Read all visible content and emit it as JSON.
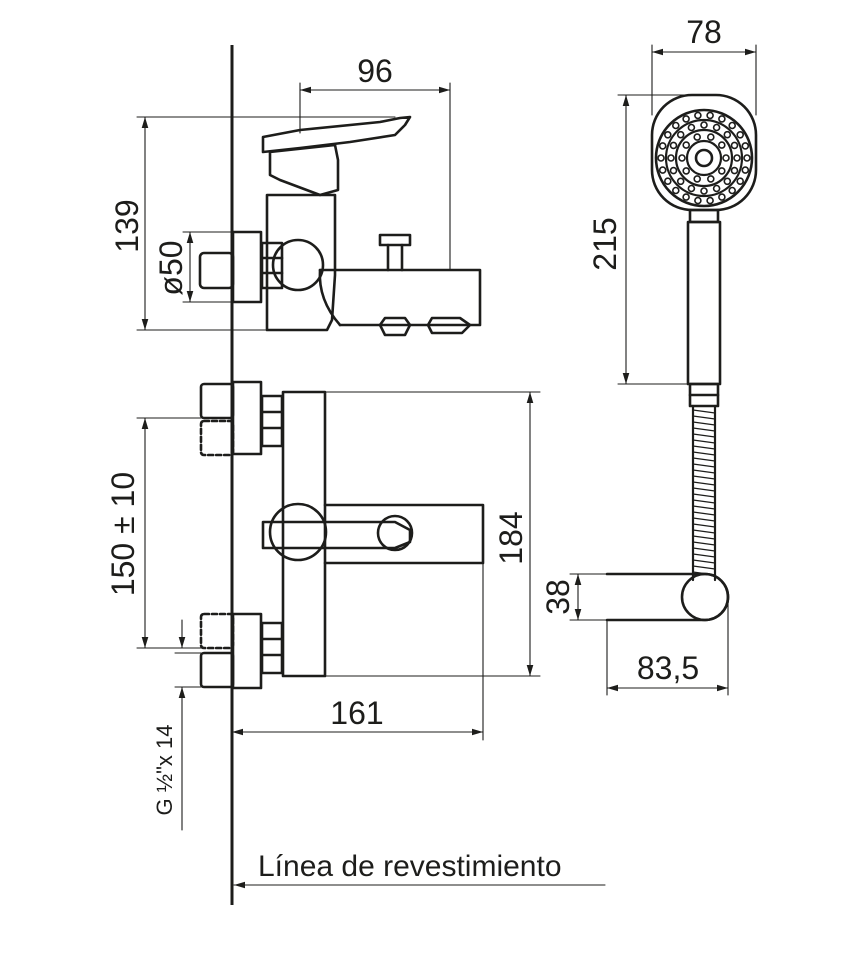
{
  "dimensions": {
    "spout_reach": "96",
    "height_side": "139",
    "diameter": "ø50",
    "connection_spacing": "150 ± 10",
    "front_height": "184",
    "body_length": "161",
    "thread": "G ½\"x 14",
    "handshower_width": "78",
    "handshower_length": "215",
    "holder_height": "38",
    "holder_depth": "83,5"
  },
  "caption": "Línea de revestimiento"
}
